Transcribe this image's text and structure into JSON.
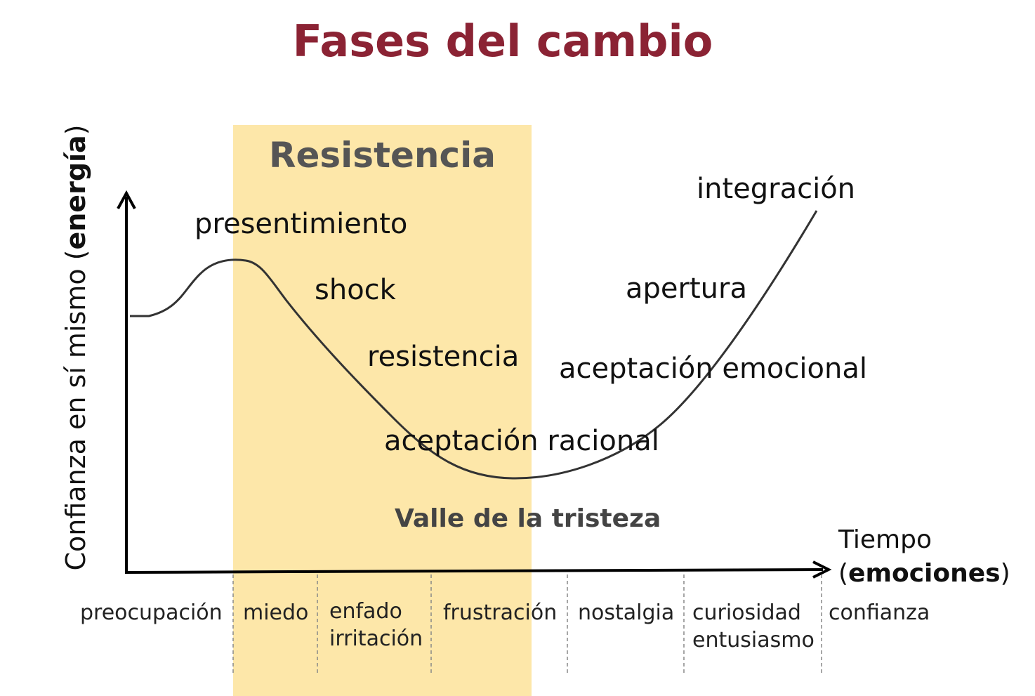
{
  "title": "Fases del cambio",
  "band": {
    "title": "Resistencia",
    "color": "#fde7a9"
  },
  "axes": {
    "y_label_prefix": "Confianza en sí mismo (",
    "y_label_bold": "energía",
    "y_label_suffix": ")",
    "x_label_line1": "Tiempo",
    "x_label_open": "(",
    "x_label_bold": "emociones",
    "x_label_close": ")"
  },
  "stages": {
    "presentimiento": "presentimiento",
    "shock": "shock",
    "resistencia": "resistencia",
    "aceptacion_racional": "aceptación racional",
    "aceptacion_emocional": "aceptación emocional",
    "apertura": "apertura",
    "integracion": "integración"
  },
  "valley_label": "Valle de la tristeza",
  "emotions": [
    {
      "line1": "preocupación",
      "line2": ""
    },
    {
      "line1": "miedo",
      "line2": ""
    },
    {
      "line1": "enfado",
      "line2": "irritación"
    },
    {
      "line1": "frustración",
      "line2": ""
    },
    {
      "line1": "nostalgia",
      "line2": ""
    },
    {
      "line1": "curiosidad",
      "line2": "entusiasmo"
    },
    {
      "line1": "confianza",
      "line2": ""
    }
  ],
  "colors": {
    "title": "#8b2334",
    "curve": "#333333",
    "axis": "#000000"
  }
}
